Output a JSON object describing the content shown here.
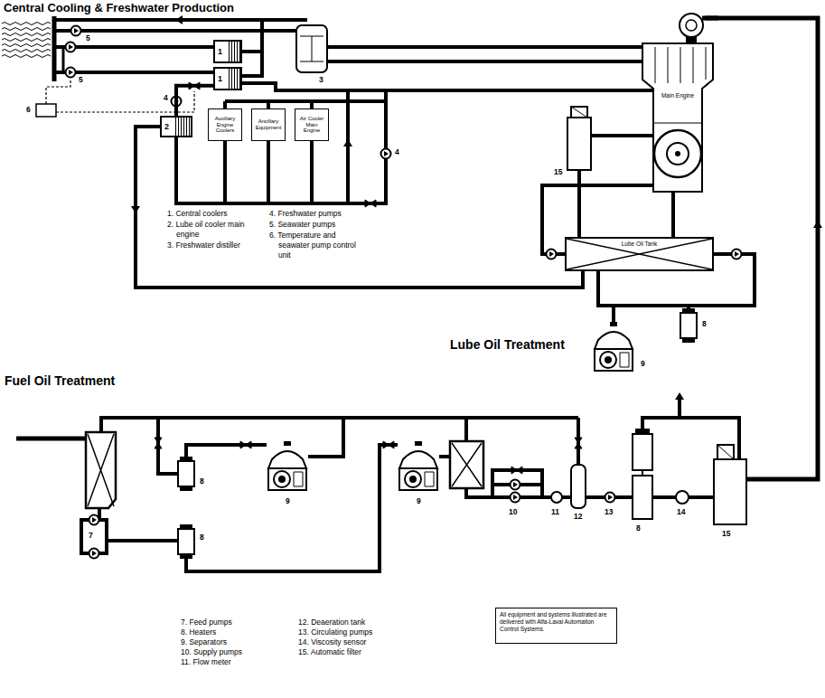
{
  "diagram": {
    "title": "Central Cooling & Freshwater Production",
    "nodes": [
      {
        "text": [
          "1"
        ]
      },
      {
        "text": [
          "1"
        ]
      },
      {
        "text": [
          "2"
        ]
      },
      {
        "text": [
          "Auxiliary Engine Coolers"
        ]
      },
      {
        "text": [
          "Ancillary Equipment"
        ]
      },
      {
        "text": [
          "Air Cooler Main Engine"
        ]
      },
      {
        "text": [
          "Main Engine"
        ]
      },
      {
        "text": [
          "Lube Oil Tank"
        ]
      },
      {
        "text": [
          "All equipment and systems illustrated are delivered with Alfa-Laval Automation Control Systems."
        ]
      }
    ],
    "edges": [
      {
        "from": 1,
        "to": 2,
        "arrow": "none"
      },
      {
        "from": 2,
        "to": 7,
        "arrow": "none"
      },
      {
        "from": 7,
        "to": 6,
        "arrow": "none"
      }
    ],
    "labels": [
      "5",
      "5",
      "6",
      "4",
      "3",
      "4",
      "15",
      "1. Central coolers",
      "2. Lube oil cooler main engine",
      "3. Freshwater distiller",
      "4. Freshwater pumps",
      "5. Seawater pumps",
      "6. Temperature and seawater pump control unit",
      "Lube Oil Treatment",
      "9",
      "8",
      "Fuel Oil Treatment",
      "7",
      "8",
      "8",
      "9",
      "9",
      "10",
      "11",
      "12",
      "13",
      "8",
      "14",
      "15",
      "7. Feed pumps",
      "8. Heaters",
      "9. Separators",
      "10. Supply pumps",
      "11. Flow meter",
      "12. Deaeration tank",
      "13. Circulating pumps",
      "14. Viscosity sensor",
      "15. Automatic filter"
    ]
  }
}
